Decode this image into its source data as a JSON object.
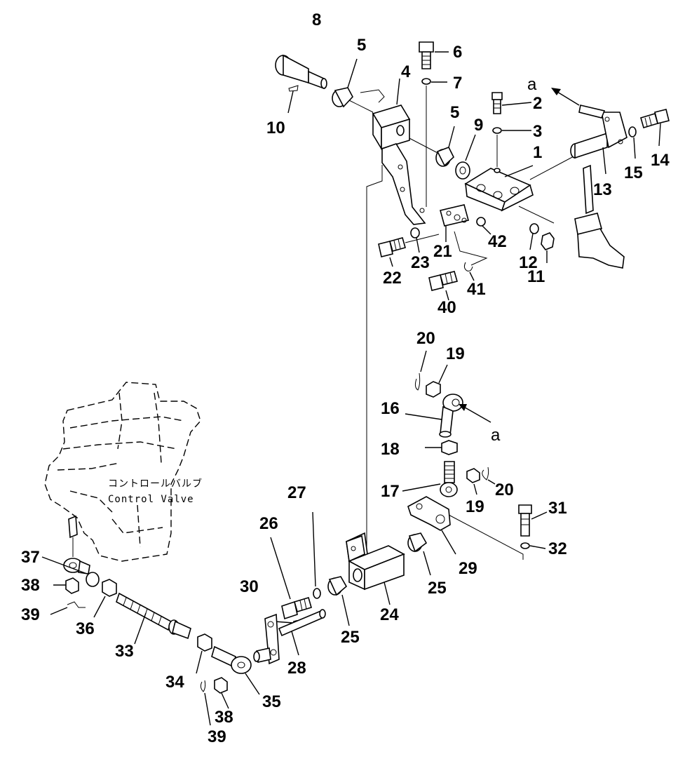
{
  "diagram": {
    "component_label_jp": "コントロールバルブ",
    "component_label_en": "Control Valve",
    "reference_letter": "a",
    "part_numbers": [
      "1",
      "2",
      "3",
      "4",
      "5",
      "6",
      "7",
      "8",
      "9",
      "10",
      "11",
      "12",
      "13",
      "14",
      "15",
      "16",
      "17",
      "18",
      "19",
      "20",
      "21",
      "22",
      "23",
      "24",
      "25",
      "26",
      "27",
      "28",
      "29",
      "30",
      "31",
      "32",
      "33",
      "34",
      "35",
      "36",
      "37",
      "38",
      "39",
      "40",
      "41",
      "42"
    ]
  }
}
